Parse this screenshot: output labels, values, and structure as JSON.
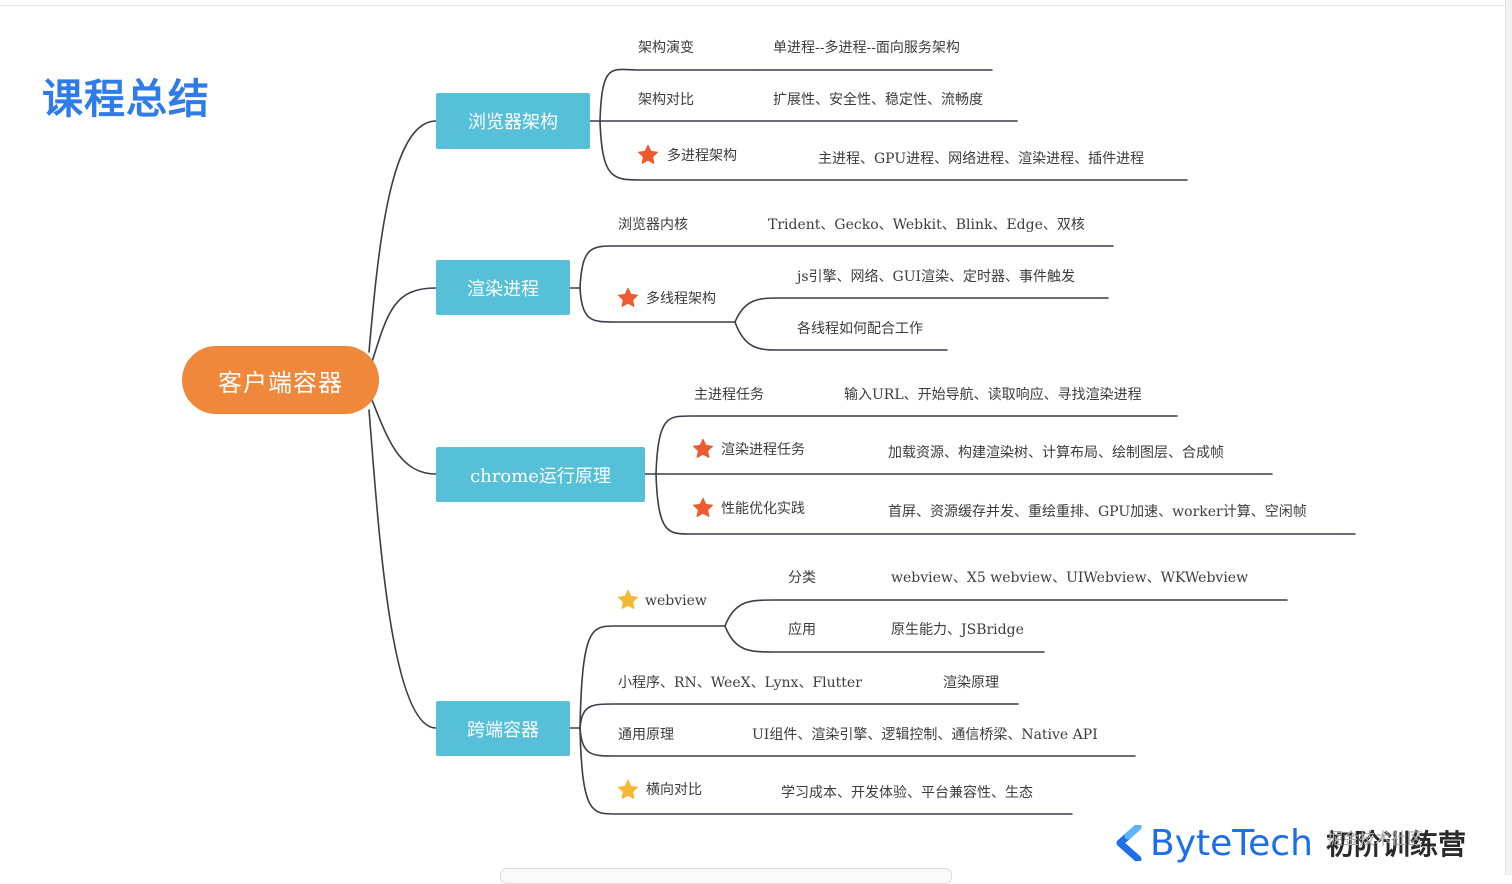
{
  "title": "课程总结",
  "root": "客户端容器",
  "branches": {
    "browser": {
      "label": "浏览器架构",
      "items": [
        {
          "name": "架构演变",
          "detail": "单进程--多进程--面向服务架构"
        },
        {
          "name": "架构对比",
          "detail": "扩展性、安全性、稳定性、流畅度"
        },
        {
          "name": "多进程架构",
          "detail": "主进程、GPU进程、网络进程、渲染进程、插件进程"
        }
      ]
    },
    "render": {
      "label": "渲染进程",
      "items": [
        {
          "name": "浏览器内核",
          "detail": "Trident、Gecko、Webkit、Blink、Edge、双核"
        },
        {
          "name": "多线程架构",
          "details": [
            "js引擎、网络、GUI渲染、定时器、事件触发",
            "各线程如何配合工作"
          ]
        }
      ]
    },
    "chrome": {
      "label": "chrome运行原理",
      "items": [
        {
          "name": "主进程任务",
          "detail": "输入URL、开始导航、读取响应、寻找渲染进程"
        },
        {
          "name": "渲染进程任务",
          "detail": "加载资源、构建渲染树、计算布局、绘制图层、合成帧"
        },
        {
          "name": "性能优化实践",
          "detail": "首屏、资源缓存并发、重绘重排、GPU加速、worker计算、空闲帧"
        }
      ]
    },
    "cross": {
      "label": "跨端容器",
      "webview": {
        "name": "webview",
        "subs": [
          {
            "name": "分类",
            "detail": "webview、X5 webview、UIWebview、WKWebview"
          },
          {
            "name": "应用",
            "detail": "原生能力、JSBridge"
          }
        ]
      },
      "items": [
        {
          "name": "小程序、RN、WeeX、Lynx、Flutter",
          "detail": "渲染原理"
        },
        {
          "name": "通用原理",
          "detail": "UI组件、渲染引擎、逻辑控制、通信桥梁、Native API"
        },
        {
          "name": "横向对比",
          "detail": "学习成本、开发体验、平台兼容性、生态"
        }
      ]
    }
  },
  "colors": {
    "title": "#2f7be8",
    "root_fill": "#f0883b",
    "branch_fill": "#55c0d8",
    "line": "#3c3c4a",
    "star_important": "#ee5a2f",
    "star_optional": "#f7b733",
    "brand": "#1c6fe8"
  },
  "icons": {
    "important": "star-icon",
    "optional": "star-icon",
    "brand": "bytetech-logo-icon"
  },
  "footer": {
    "brand": "ByteTech",
    "camp": "初阶训练营",
    "overlay": "掘金技术社区"
  }
}
